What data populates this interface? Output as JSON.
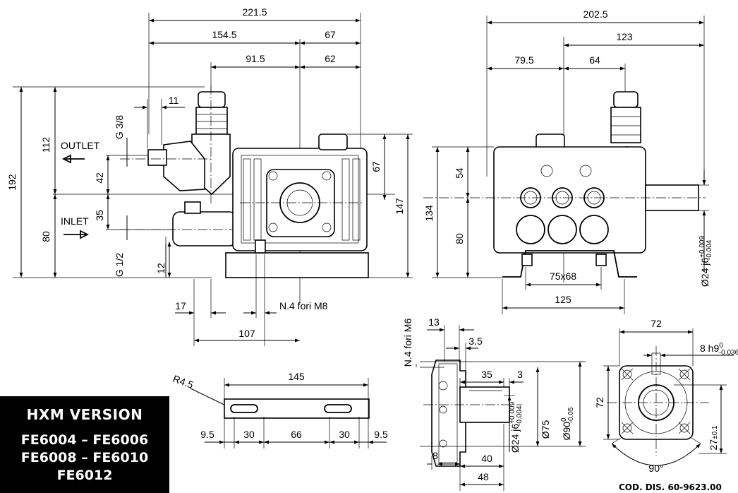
{
  "front_view": {
    "dims_top": [
      "221.5",
      "154.5",
      "67",
      "91.5",
      "62"
    ],
    "dims_left": [
      "192",
      "112",
      "80",
      "42",
      "35"
    ],
    "dim_11": "11",
    "thread_outlet": "G 3/8",
    "thread_inlet": "G 1/2",
    "outlet_label": "OUTLET",
    "inlet_label": "INLET",
    "dim_67_right": "67",
    "dim_147": "147",
    "dim_12": "12",
    "dim_17": "17",
    "dim_107": "107",
    "holes_note": "N.4 fori M8"
  },
  "side_view": {
    "dims_top": [
      "202.5",
      "123",
      "79.5",
      "64"
    ],
    "dim_54": "54",
    "dim_80": "80",
    "dim_134": "134",
    "shaft_dia": "Ø24 j6",
    "shaft_tol_up": "+0.009",
    "shaft_tol_dn": "-0.004",
    "dim_75x68": "75x68",
    "dim_125": "125"
  },
  "bracket": {
    "radius": "R4.5",
    "dim_145": "145",
    "dims_bottom": [
      "9.5",
      "30",
      "66",
      "30",
      "9.5"
    ]
  },
  "flange_side": {
    "holes_note": "N.4 fori M6",
    "dim_13": "13",
    "dim_3_5": "3.5",
    "dim_35": "35",
    "dim_3": "3",
    "dim_8": "8",
    "dim_40": "40",
    "dim_48": "48",
    "dim_75": "Ø75",
    "dim_90": "Ø90",
    "dim_90_tol_up": "0",
    "dim_90_tol_dn": "-0.05",
    "shaft_dia": "Ø24 j6",
    "shaft_tol_up": "+0.009",
    "shaft_tol_dn": "-0.004"
  },
  "flange_front": {
    "dim_72_top": "72",
    "dim_72_side": "72",
    "key": "8 h9",
    "key_tol_up": "0",
    "key_tol_dn": "-0.036",
    "dim_27": "27",
    "dim_27_tol": "±0.1",
    "angle": "90°"
  },
  "version_box": {
    "title": "HXM VERSION",
    "line1": "FE6004 – FE6006",
    "line2": "FE6008 – FE6010",
    "line3": "FE6012"
  },
  "drawing_code": "COD. DIS. 60-9623.00"
}
